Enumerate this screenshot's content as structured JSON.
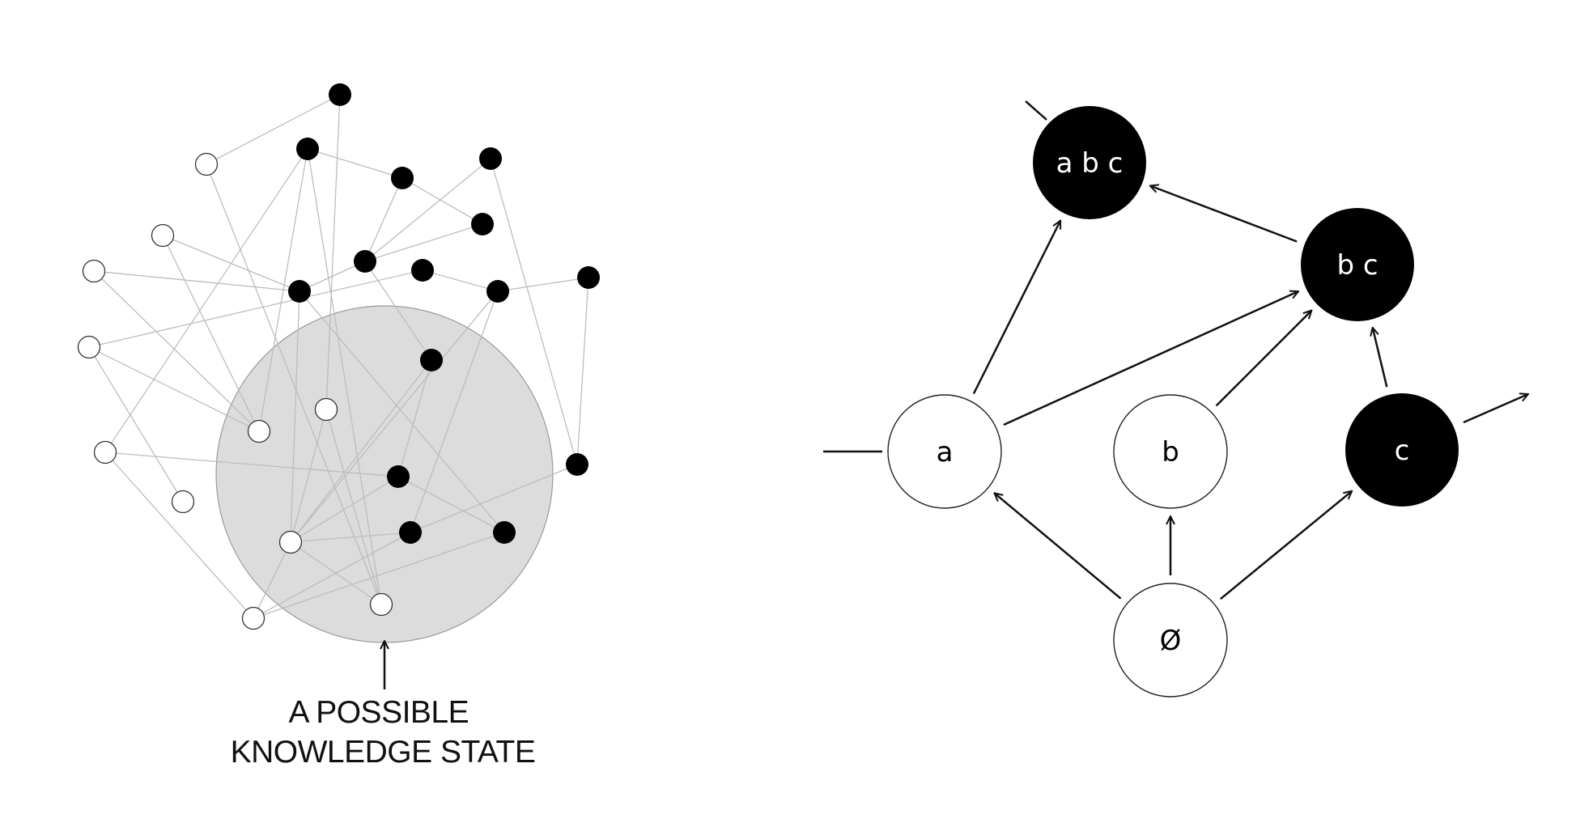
{
  "left_diagram": {
    "caption_lines": [
      "A POSSIBLE",
      "KNOWLEDGE STATE"
    ],
    "colors": {
      "edge": "#bdbdbd",
      "state_fill": "#dcdcdc",
      "state_stroke": "#9a9a9a",
      "filled_node": "#000000",
      "open_node_fill": "#ffffff",
      "open_node_stroke": "#333333"
    }
  },
  "right_diagram": {
    "nodes": [
      {
        "id": "abc",
        "label": "a b c",
        "filled": true
      },
      {
        "id": "bc",
        "label": "b c",
        "filled": true
      },
      {
        "id": "a",
        "label": "a",
        "filled": false
      },
      {
        "id": "b",
        "label": "b",
        "filled": false
      },
      {
        "id": "c",
        "label": "c",
        "filled": true
      },
      {
        "id": "empty",
        "label": "Ø",
        "filled": false
      }
    ],
    "edges": [
      {
        "from": "empty",
        "to": "a"
      },
      {
        "from": "empty",
        "to": "b"
      },
      {
        "from": "empty",
        "to": "c"
      },
      {
        "from": "a",
        "to": "abc"
      },
      {
        "from": "a",
        "to": "bc"
      },
      {
        "from": "b",
        "to": "bc"
      },
      {
        "from": "c",
        "to": "bc"
      },
      {
        "from": "bc",
        "to": "abc"
      }
    ]
  }
}
